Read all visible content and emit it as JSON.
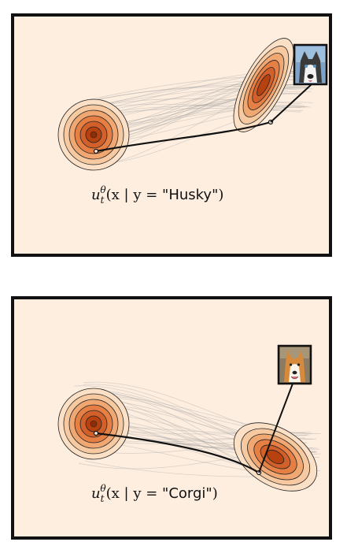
{
  "panels": [
    {
      "id": "husky",
      "caption": {
        "func": "u",
        "sub": "t",
        "sup": "θ",
        "open": "(x | y = ",
        "label": "\"Husky\"",
        "close": ")"
      },
      "thumbnail": "husky-photo"
    },
    {
      "id": "corgi",
      "caption": {
        "func": "u",
        "sub": "t",
        "sup": "θ",
        "open": "(x | y = ",
        "label": "\"Corgi\"",
        "close": ")"
      },
      "thumbnail": "corgi-photo"
    }
  ],
  "colors": {
    "background": "#fdeee0",
    "border": "#111111",
    "density_outer": "#fbd6b3",
    "density_inner": "#b8350a",
    "flow_lines": "#9a9a9a",
    "trajectory": "#111111"
  }
}
